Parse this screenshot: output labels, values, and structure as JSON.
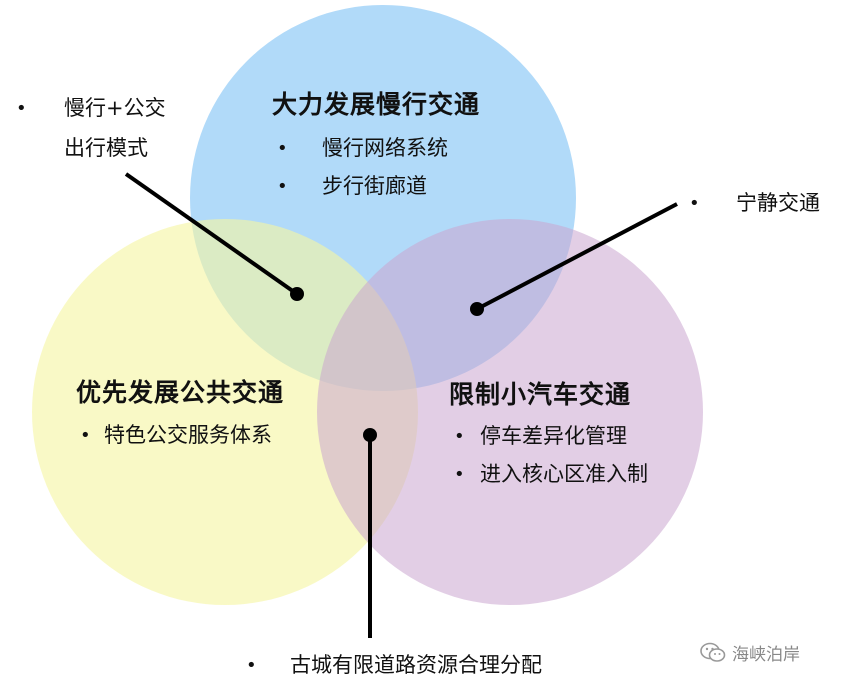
{
  "circles": {
    "top": {
      "title": "大力发展慢行交通",
      "items": [
        "慢行网络系统",
        "步行街廊道"
      ],
      "color": "#9fd3f7"
    },
    "left": {
      "title": "优先发展公共交通",
      "items": [
        "特色公交服务体系"
      ],
      "color": "#f7f7a8"
    },
    "right": {
      "title": "限制小汽车交通",
      "items": [
        "停车差异化管理",
        "进入核心区准入制"
      ],
      "color": "#d9bedd"
    }
  },
  "callouts": {
    "top_left": {
      "line1": "慢行+公交",
      "line2": "出行模式"
    },
    "top_right": "宁静交通",
    "bottom": "古城有限道路资源合理分配"
  },
  "watermark": {
    "text": "海峡泊岸",
    "icon": "wechat-icon"
  },
  "bullet_char": "•"
}
